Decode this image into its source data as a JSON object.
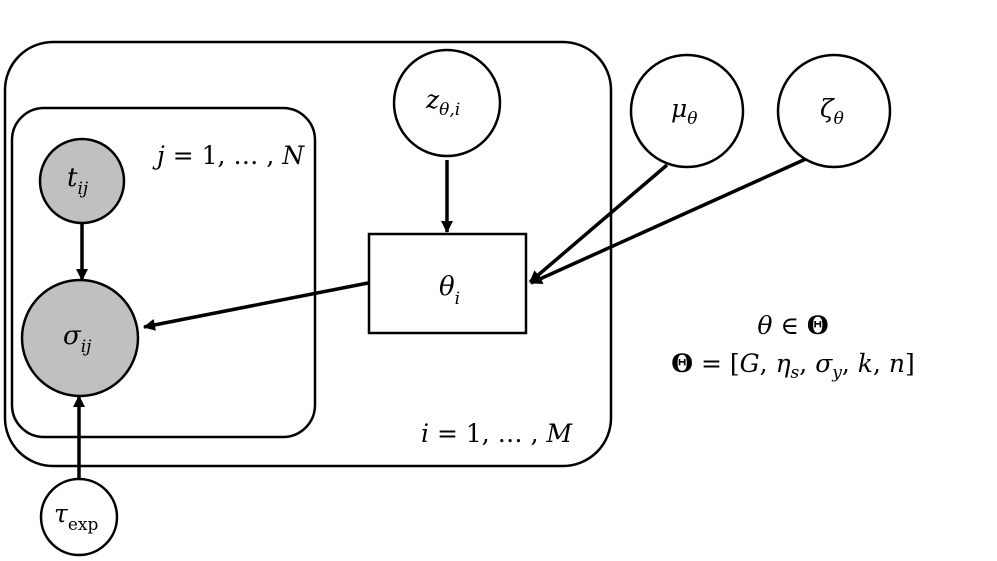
{
  "diagram": {
    "plates": {
      "outer_label": {
        "var": "i",
        "eq": " = 1, … , ",
        "end": "M"
      },
      "inner_label": {
        "var": "j",
        "eq": " = 1, … , ",
        "end": "N"
      }
    },
    "nodes": {
      "z_theta_i": {
        "base": "z",
        "sub": "θ,i"
      },
      "mu_theta": {
        "base": "μ",
        "sub": "θ"
      },
      "zeta_theta": {
        "base": "ζ",
        "sub": "θ"
      },
      "theta_i": {
        "base": "θ",
        "sub": "i"
      },
      "t_ij": {
        "base": "t",
        "sub": "ij"
      },
      "sigma_ij": {
        "base": "σ",
        "sub": "ij"
      },
      "tau_exp": {
        "base": "τ",
        "sub": "exp"
      }
    },
    "legend": {
      "line1": {
        "a": "θ",
        "b": " ∈ ",
        "c": "Θ"
      },
      "line2": {
        "c": "Θ",
        "eq": " = [",
        "g": "G",
        "comma1": ", ",
        "eta": "η",
        "eta_sub": "s",
        "comma2": ", ",
        "sig": "σ",
        "sig_sub": "y",
        "comma3": ", ",
        "k": "k",
        "comma4": ", ",
        "n": "n",
        "close": "]"
      }
    },
    "colors": {
      "observed_fill": "#c0c0c0",
      "latent_fill": "#ffffff",
      "stroke": "#000000"
    }
  }
}
